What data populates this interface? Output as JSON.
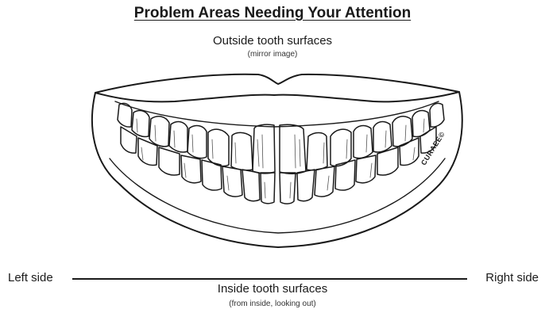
{
  "title": "Problem Areas Needing Your Attention",
  "outside": {
    "label": "Outside tooth surfaces",
    "note": "(mirror image)"
  },
  "inside": {
    "label": "Inside tooth surfaces",
    "note": "(from inside, looking out)"
  },
  "sides": {
    "left": "Left side",
    "right": "Right side"
  },
  "artist_signature": "CURAEE©",
  "colors": {
    "ink": "#1a1a1a",
    "paper": "#ffffff"
  }
}
